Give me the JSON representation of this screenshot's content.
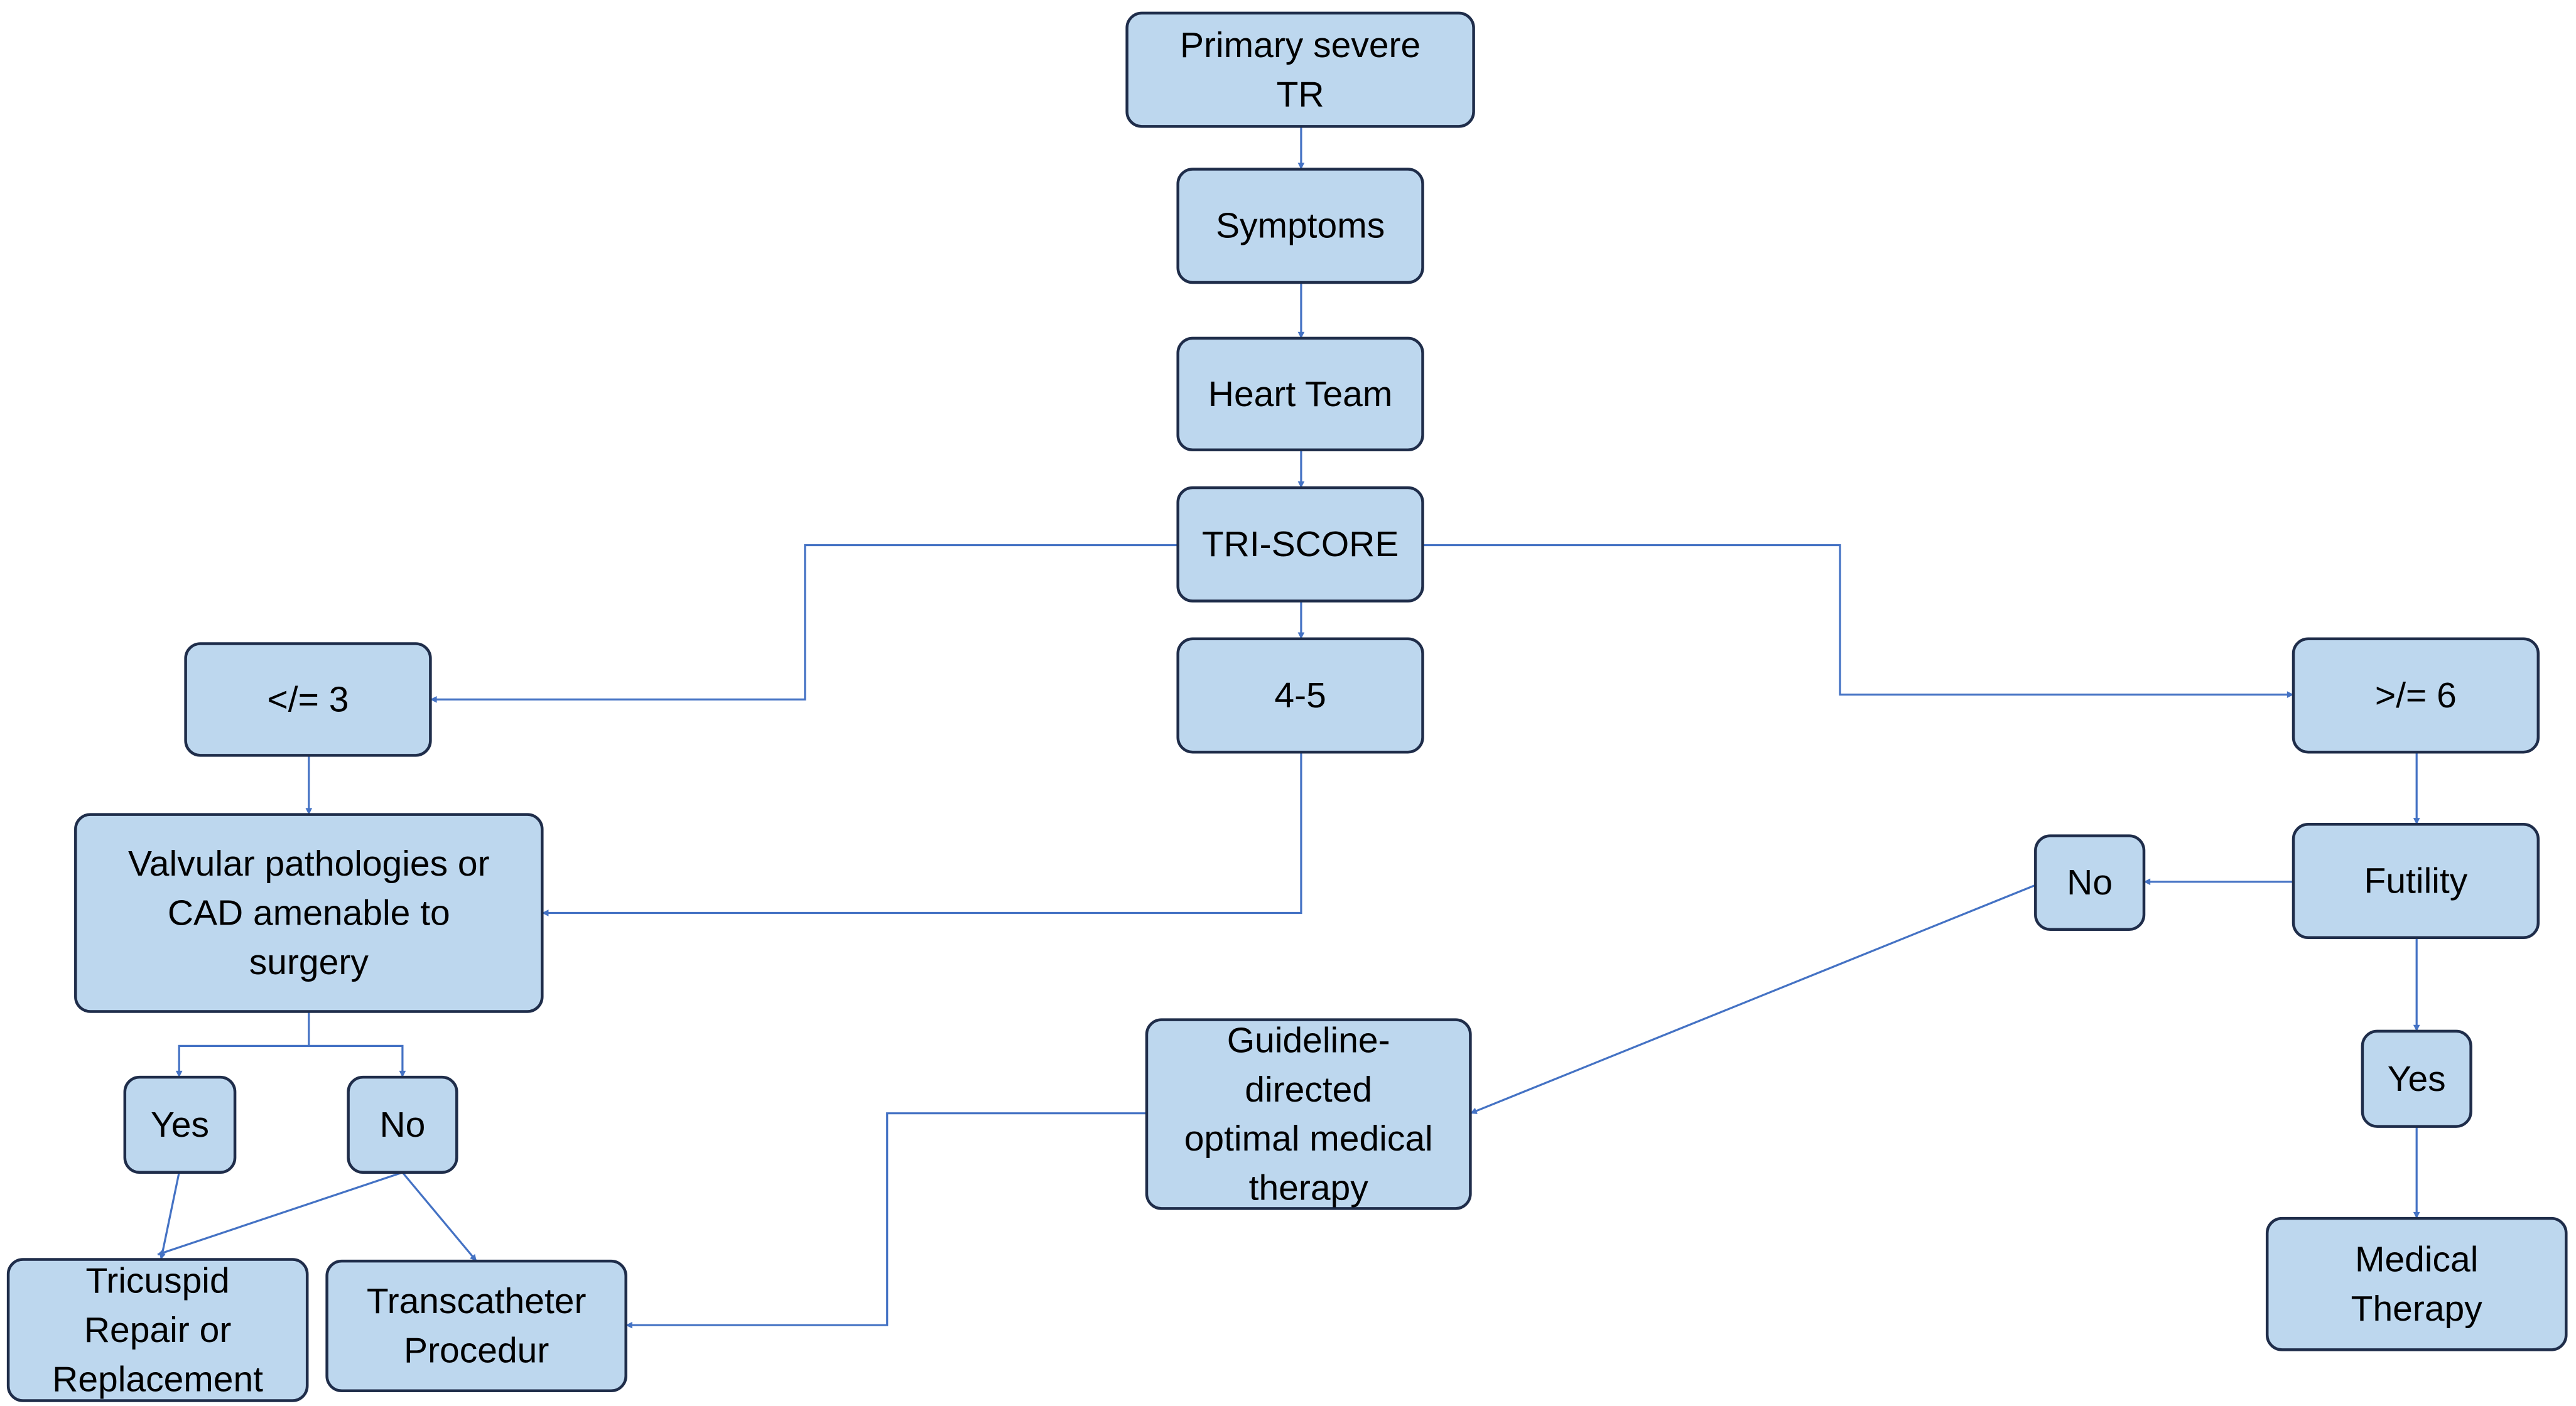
{
  "diagram": {
    "type": "flowchart",
    "colors": {
      "box_fill": "#bdd7ee",
      "box_border": "#1f2d4a",
      "connector": "#4472c4"
    },
    "nodes": {
      "primary_severe_tr": {
        "lines": [
          "Primary severe",
          "TR"
        ]
      },
      "symptoms": {
        "lines": [
          "Symptoms"
        ]
      },
      "heart_team": {
        "lines": [
          "Heart Team"
        ]
      },
      "tri_score": {
        "lines": [
          "TRI-SCORE"
        ]
      },
      "score_le_3": {
        "lines": [
          "</= 3"
        ]
      },
      "score_4_5": {
        "lines": [
          "4-5"
        ]
      },
      "score_ge_6": {
        "lines": [
          ">/= 6"
        ]
      },
      "valvular_pathologies": {
        "lines": [
          "Valvular pathologies or",
          "CAD amenable to",
          "surgery"
        ]
      },
      "valvular_yes": {
        "lines": [
          "Yes"
        ]
      },
      "valvular_no": {
        "lines": [
          "No"
        ]
      },
      "tricuspid_repair": {
        "lines": [
          "Tricuspid",
          "Repair or",
          "Replacement"
        ]
      },
      "transcatheter": {
        "lines": [
          "Transcatheter",
          "Procedur"
        ]
      },
      "gdmt": {
        "lines": [
          "Guideline-",
          "directed",
          "optimal medical",
          "therapy"
        ]
      },
      "futility": {
        "lines": [
          "Futility"
        ]
      },
      "futility_no": {
        "lines": [
          "No"
        ]
      },
      "futility_yes": {
        "lines": [
          "Yes"
        ]
      },
      "medical_therapy": {
        "lines": [
          "Medical",
          "Therapy"
        ]
      }
    },
    "edges": [
      {
        "from": "primary_severe_tr",
        "to": "symptoms"
      },
      {
        "from": "symptoms",
        "to": "heart_team"
      },
      {
        "from": "heart_team",
        "to": "tri_score"
      },
      {
        "from": "tri_score",
        "to": "score_le_3"
      },
      {
        "from": "tri_score",
        "to": "score_4_5"
      },
      {
        "from": "tri_score",
        "to": "score_ge_6"
      },
      {
        "from": "score_le_3",
        "to": "valvular_pathologies"
      },
      {
        "from": "score_4_5",
        "to": "valvular_pathologies"
      },
      {
        "from": "valvular_pathologies",
        "to": "valvular_yes"
      },
      {
        "from": "valvular_pathologies",
        "to": "valvular_no"
      },
      {
        "from": "valvular_yes",
        "to": "tricuspid_repair"
      },
      {
        "from": "valvular_no",
        "to": "tricuspid_repair"
      },
      {
        "from": "valvular_no",
        "to": "transcatheter"
      },
      {
        "from": "gdmt",
        "to": "transcatheter"
      },
      {
        "from": "score_ge_6",
        "to": "futility"
      },
      {
        "from": "futility",
        "to": "futility_no"
      },
      {
        "from": "futility_no",
        "to": "gdmt"
      },
      {
        "from": "futility",
        "to": "futility_yes"
      },
      {
        "from": "futility_yes",
        "to": "medical_therapy"
      }
    ]
  }
}
